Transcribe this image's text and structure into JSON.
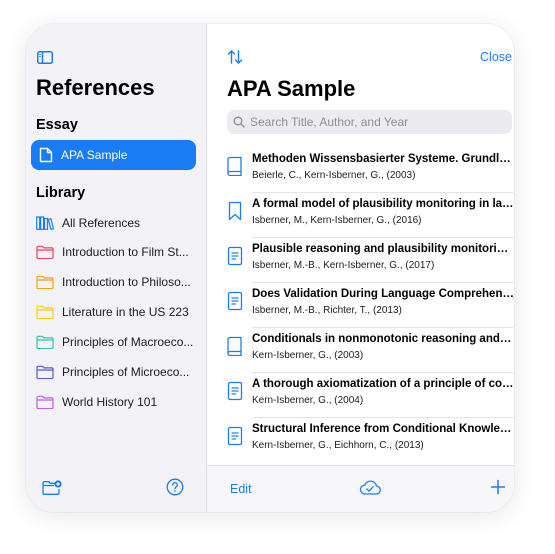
{
  "sidebar": {
    "title": "References",
    "section_essay": "Essay",
    "selected_item": "APA Sample",
    "section_library": "Library",
    "library_items": [
      {
        "label": "All References",
        "color": "#1a7cf5"
      },
      {
        "label": "Introduction to Film St...",
        "color": "#ff3b5c"
      },
      {
        "label": "Introduction to Philoso...",
        "color": "#ff9f0a"
      },
      {
        "label": "Literature in the US 223",
        "color": "#ffcc00"
      },
      {
        "label": "Principles of Macroeco...",
        "color": "#30c7a7"
      },
      {
        "label": "Principles of Microeco...",
        "color": "#5856d6"
      },
      {
        "label": "World History 101",
        "color": "#bf5af2"
      }
    ]
  },
  "main": {
    "close_label": "Close",
    "title": "APA Sample",
    "search_placeholder": "Search Title, Author, and Year",
    "references": [
      {
        "title": "Methoden Wissensbasierter Systeme. Grundlagen...",
        "authors": "Beierle, C., Kern-Isberner, G., (2003)",
        "icon": "book-icon"
      },
      {
        "title": "A formal model of plausibility monitoring in language...",
        "authors": "Isberner, M., Kern-Isberner, G., (2016)",
        "icon": "bookmark-icon"
      },
      {
        "title": "Plausible reasoning and plausibility monitoring in...",
        "authors": "Isberner, M.-B., Kern-Isberner, G., (2017)",
        "icon": "document-icon"
      },
      {
        "title": "Does Validation During Language Comprehension...",
        "authors": "Isberner, M.-B., Richter, T., (2013)",
        "icon": "document-icon"
      },
      {
        "title": "Conditionals in nonmonotonic reasoning and belief...",
        "authors": "Kern-Isberner, G., (2003)",
        "icon": "book-icon"
      },
      {
        "title": "A thorough axiomatization of a principle of conditional...",
        "authors": "Kern-Isberner, G., (2004)",
        "icon": "document-icon"
      },
      {
        "title": "Structural Inference from Conditional Knowledge Bases",
        "authors": "Kern-Isberner, G., Eichhorn, C., (2013)",
        "icon": "document-icon"
      }
    ],
    "edit_label": "Edit"
  },
  "colors": {
    "accent": "#1a7cf5",
    "sidebar_bg": "#f2f2f7"
  }
}
